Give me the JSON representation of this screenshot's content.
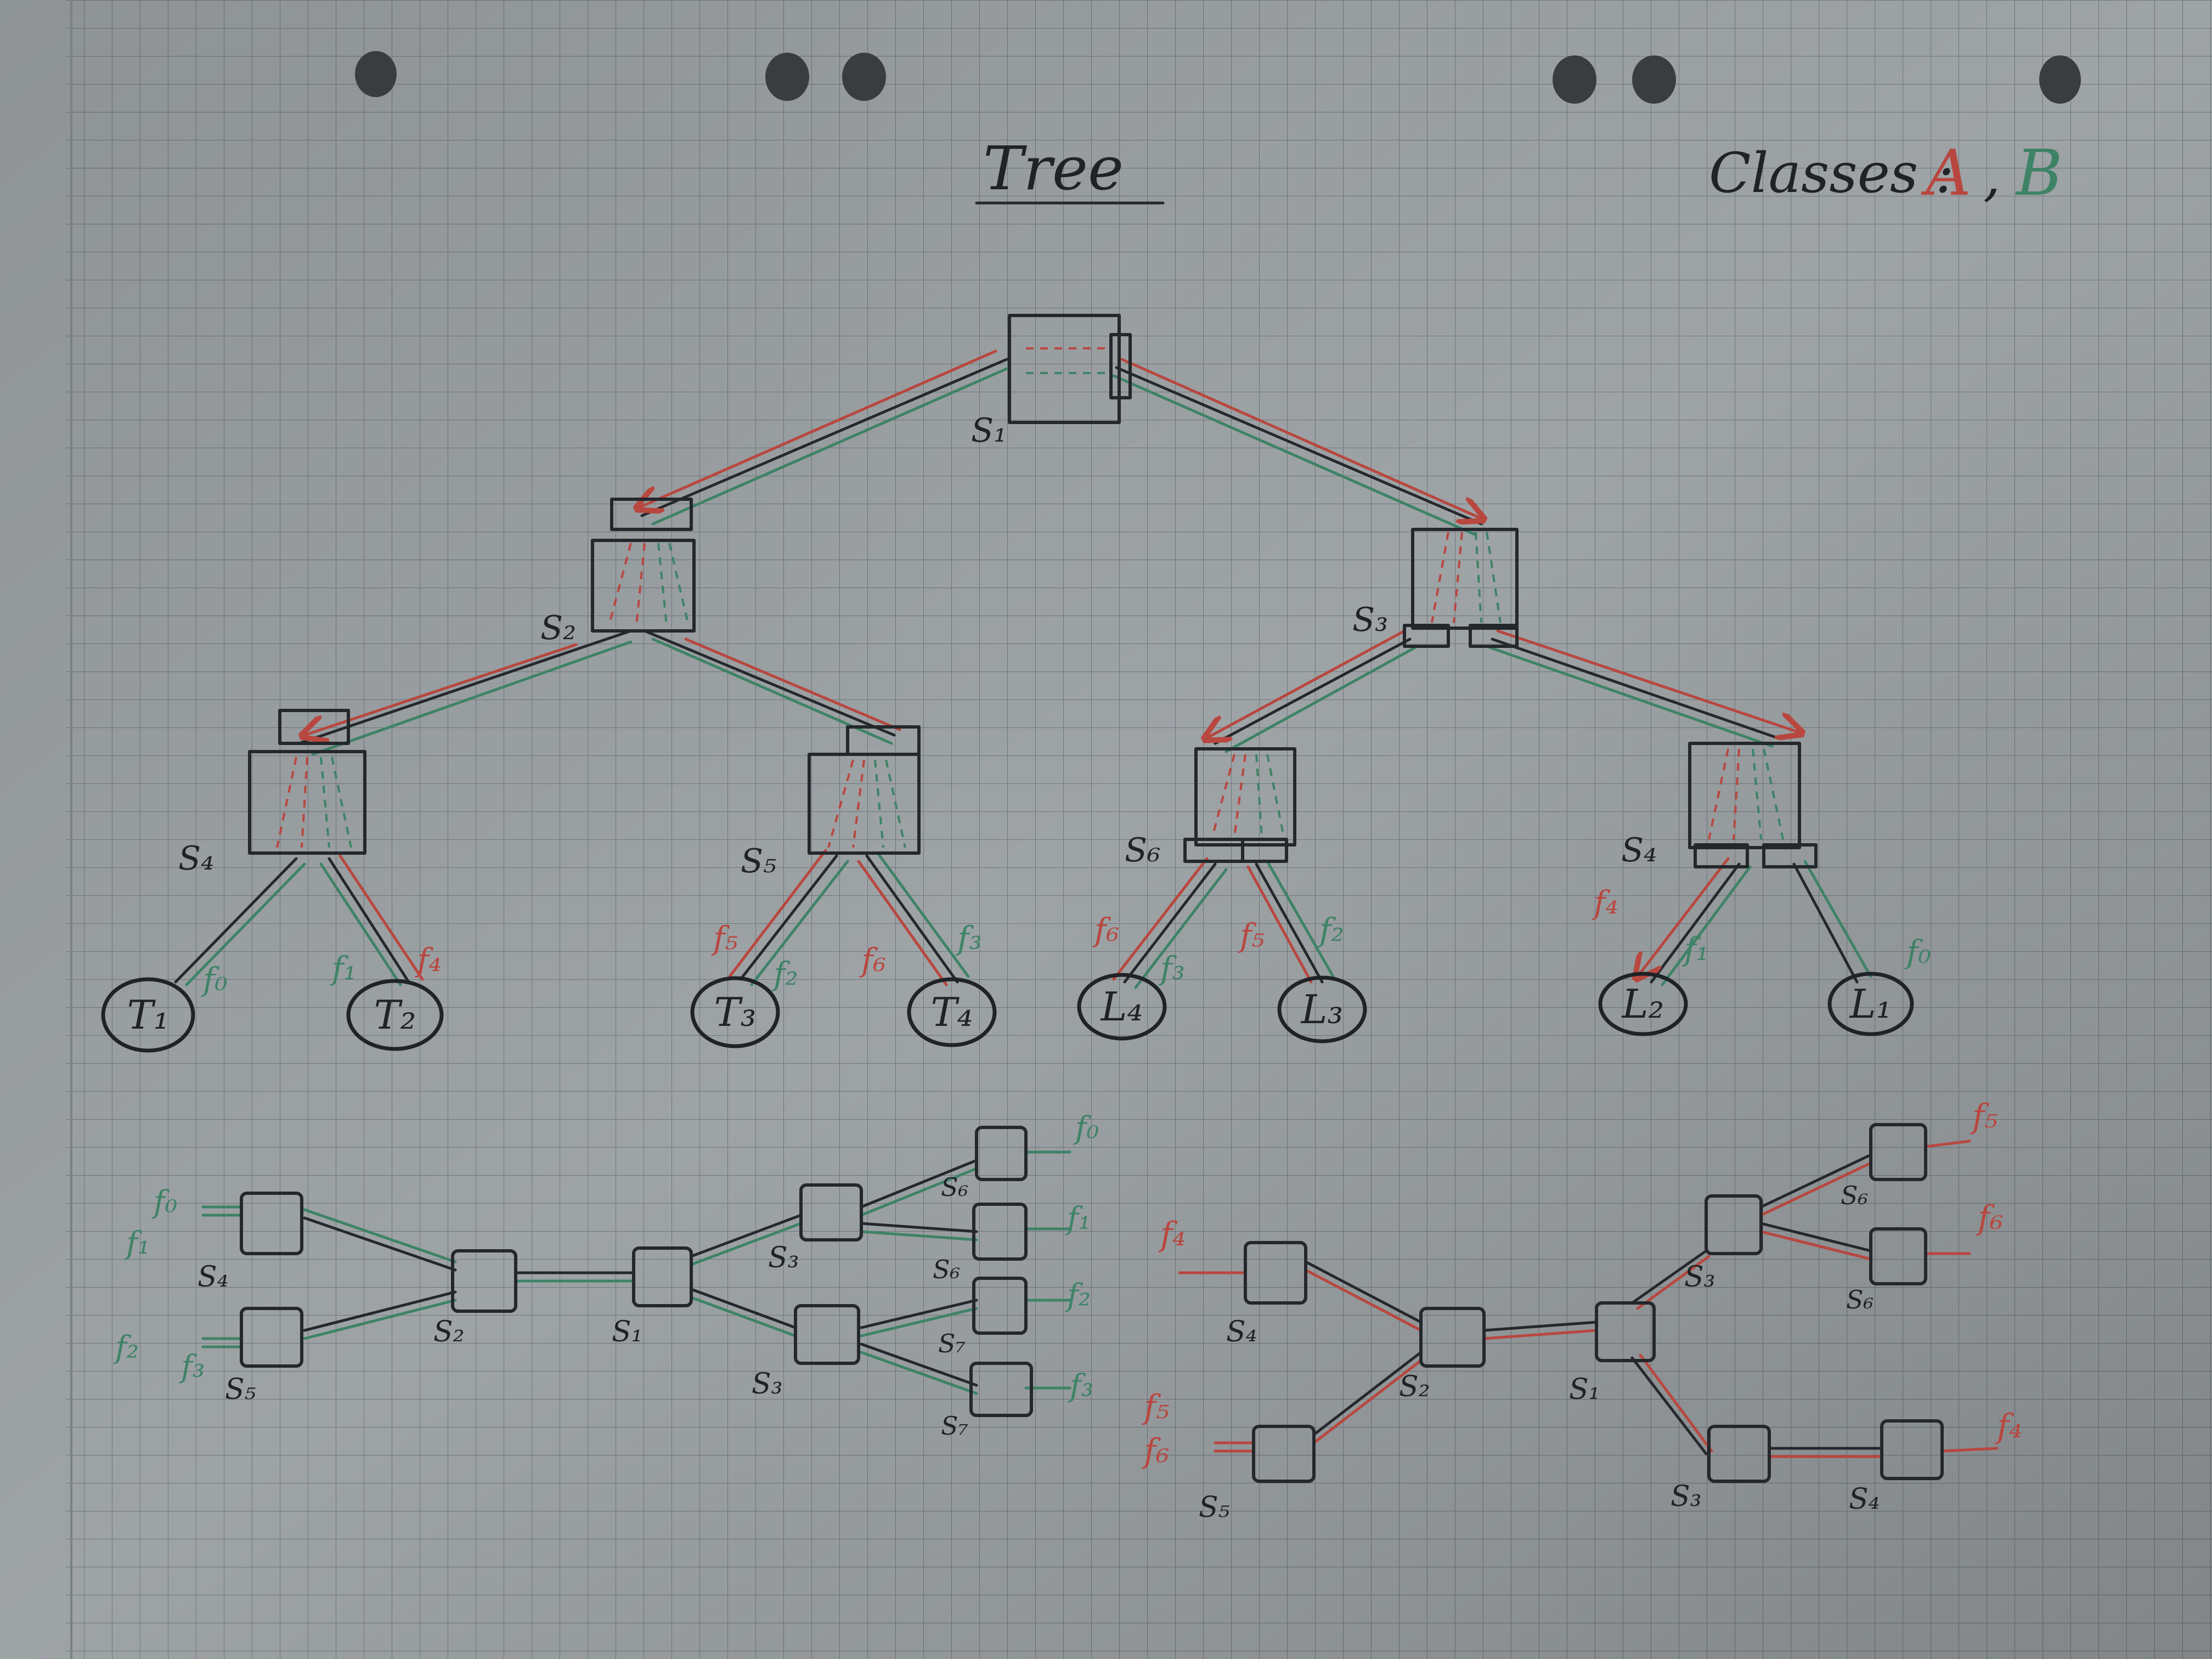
{
  "title": "Tree",
  "classes": {
    "prefix": "Classes :",
    "a": "A",
    "sep": ",",
    "b": "B",
    "color_a": "#b8473f",
    "color_b": "#3e8366"
  },
  "tree": {
    "s1": "S₁",
    "s2": "S₂",
    "s3": "S₃",
    "s4a": "S₄",
    "s5": "S₅",
    "s6": "S₆",
    "s4b": "S₄",
    "leaves": [
      "T₁",
      "T₂",
      "T₃",
      "T₄",
      "L₄",
      "L₃",
      "L₂",
      "L₁"
    ],
    "features": {
      "t1_f0": "f₀",
      "t2_f1": "f₁",
      "t2_f4": "f₄",
      "t3_f5": "f₅",
      "t3_f2": "f₂",
      "t4_f6": "f₆",
      "t4_f3": "f₃",
      "l4_f6": "f₆",
      "l4_f3": "f₃",
      "l3_f5": "f₅",
      "l3_f2": "f₂",
      "l2_f4": "f₄",
      "l2_f1": "f₁",
      "l1_f0": "f₀"
    }
  },
  "graph_b": {
    "in_f0": "f₀",
    "in_f1": "f₁",
    "in_f2": "f₂",
    "in_f3": "f₃",
    "s4": "S₄",
    "s5": "S₅",
    "s2": "S₂",
    "s1": "S₁",
    "s3a": "S₃",
    "s3b": "S₃",
    "s6a": "S₆",
    "s6b": "S₆",
    "s7a": "S₇",
    "s7b": "S₇",
    "out_f0": "f₀",
    "out_f1": "f₁",
    "out_f2": "f₂",
    "out_f3": "f₃"
  },
  "graph_a": {
    "in_f4": "f₄",
    "in_f5": "f₅",
    "in_f6": "f₆",
    "s4": "S₄",
    "s5": "S₅",
    "s2": "S₂",
    "s1": "S₁",
    "s3a": "S₃",
    "s3b": "S₃",
    "s6a": "S₆",
    "s6b": "S₆",
    "s4b": "S₄",
    "out_f5": "f₅",
    "out_f6": "f₆",
    "out_f4": "f₄"
  }
}
